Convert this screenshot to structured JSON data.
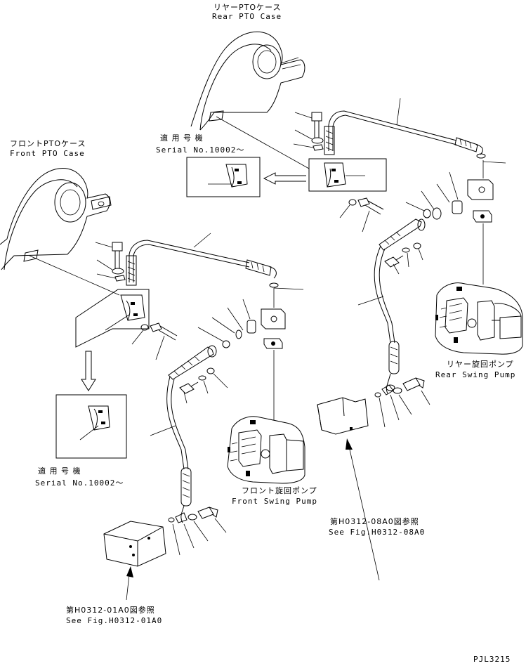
{
  "labels": {
    "rear_case_jp": "リヤーPTOケース",
    "rear_case_en": "Rear PTO Case",
    "front_case_jp": "フロントPTOケース",
    "front_case_en": "Front PTO Case",
    "applicable_jp_top": "適 用 号 機",
    "serial_top": "Serial No.10002～",
    "applicable_jp_bottom": "適 用 号 機",
    "serial_bottom": "Serial No.10002～",
    "rear_pump_jp": "リヤー旋回ポンプ",
    "rear_pump_en": "Rear Swing Pump",
    "front_pump_jp": "フロント旋回ポンプ",
    "front_pump_en": "Front Swing Pump",
    "ref_right_jp": "第H0312-08A0図参照",
    "ref_right_en": "See Fig.H0312-08A0",
    "ref_left_jp": "第H0312-01A0図参照",
    "ref_left_en": "See Fig.H0312-01A0",
    "drawing_code": "PJL3215"
  }
}
